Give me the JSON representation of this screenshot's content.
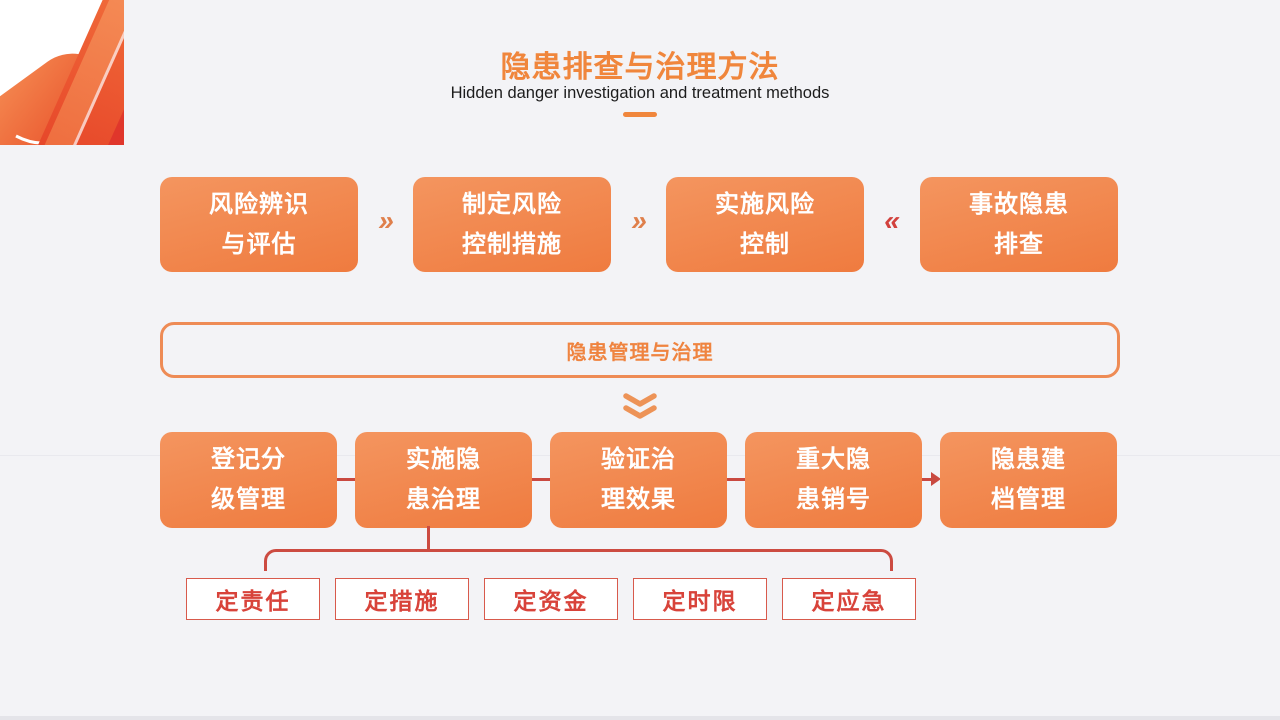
{
  "page": {
    "background_color": "#F3F3F6",
    "accent_orange": "#EF8440",
    "accent_red": "#CC4B41",
    "box_gradient_top": "#F4955F",
    "box_gradient_bottom": "#EF7B3F"
  },
  "header": {
    "title": "隐患排查与治理方法",
    "subtitle": "Hidden danger investigation and treatment methods"
  },
  "logo": {
    "icon": "orange-ribbon-logo"
  },
  "top_flow": {
    "boxes": [
      {
        "line1": "风险辨识",
        "line2": "与评估"
      },
      {
        "line1": "制定风险",
        "line2": "控制措施"
      },
      {
        "line1": "实施风险",
        "line2": "控制"
      },
      {
        "line1": "事故隐患",
        "line2": "排查"
      }
    ],
    "connectors": [
      {
        "glyph": "»",
        "color": "#DF7F4B"
      },
      {
        "glyph": "»",
        "color": "#DF7F4B"
      },
      {
        "glyph": "«",
        "color": "#D2413D"
      }
    ]
  },
  "banner": {
    "label": "隐患管理与治理"
  },
  "bottom_flow": {
    "boxes": [
      {
        "line1": "登记分",
        "line2": "级管理"
      },
      {
        "line1": "实施隐",
        "line2": "患治理"
      },
      {
        "line1": "验证治",
        "line2": "理效果"
      },
      {
        "line1": "重大隐",
        "line2": "患销号"
      },
      {
        "line1": "隐患建",
        "line2": "档管理"
      }
    ]
  },
  "measures": {
    "items": [
      "定责任",
      "定措施",
      "定资金",
      "定时限",
      "定应急"
    ]
  }
}
